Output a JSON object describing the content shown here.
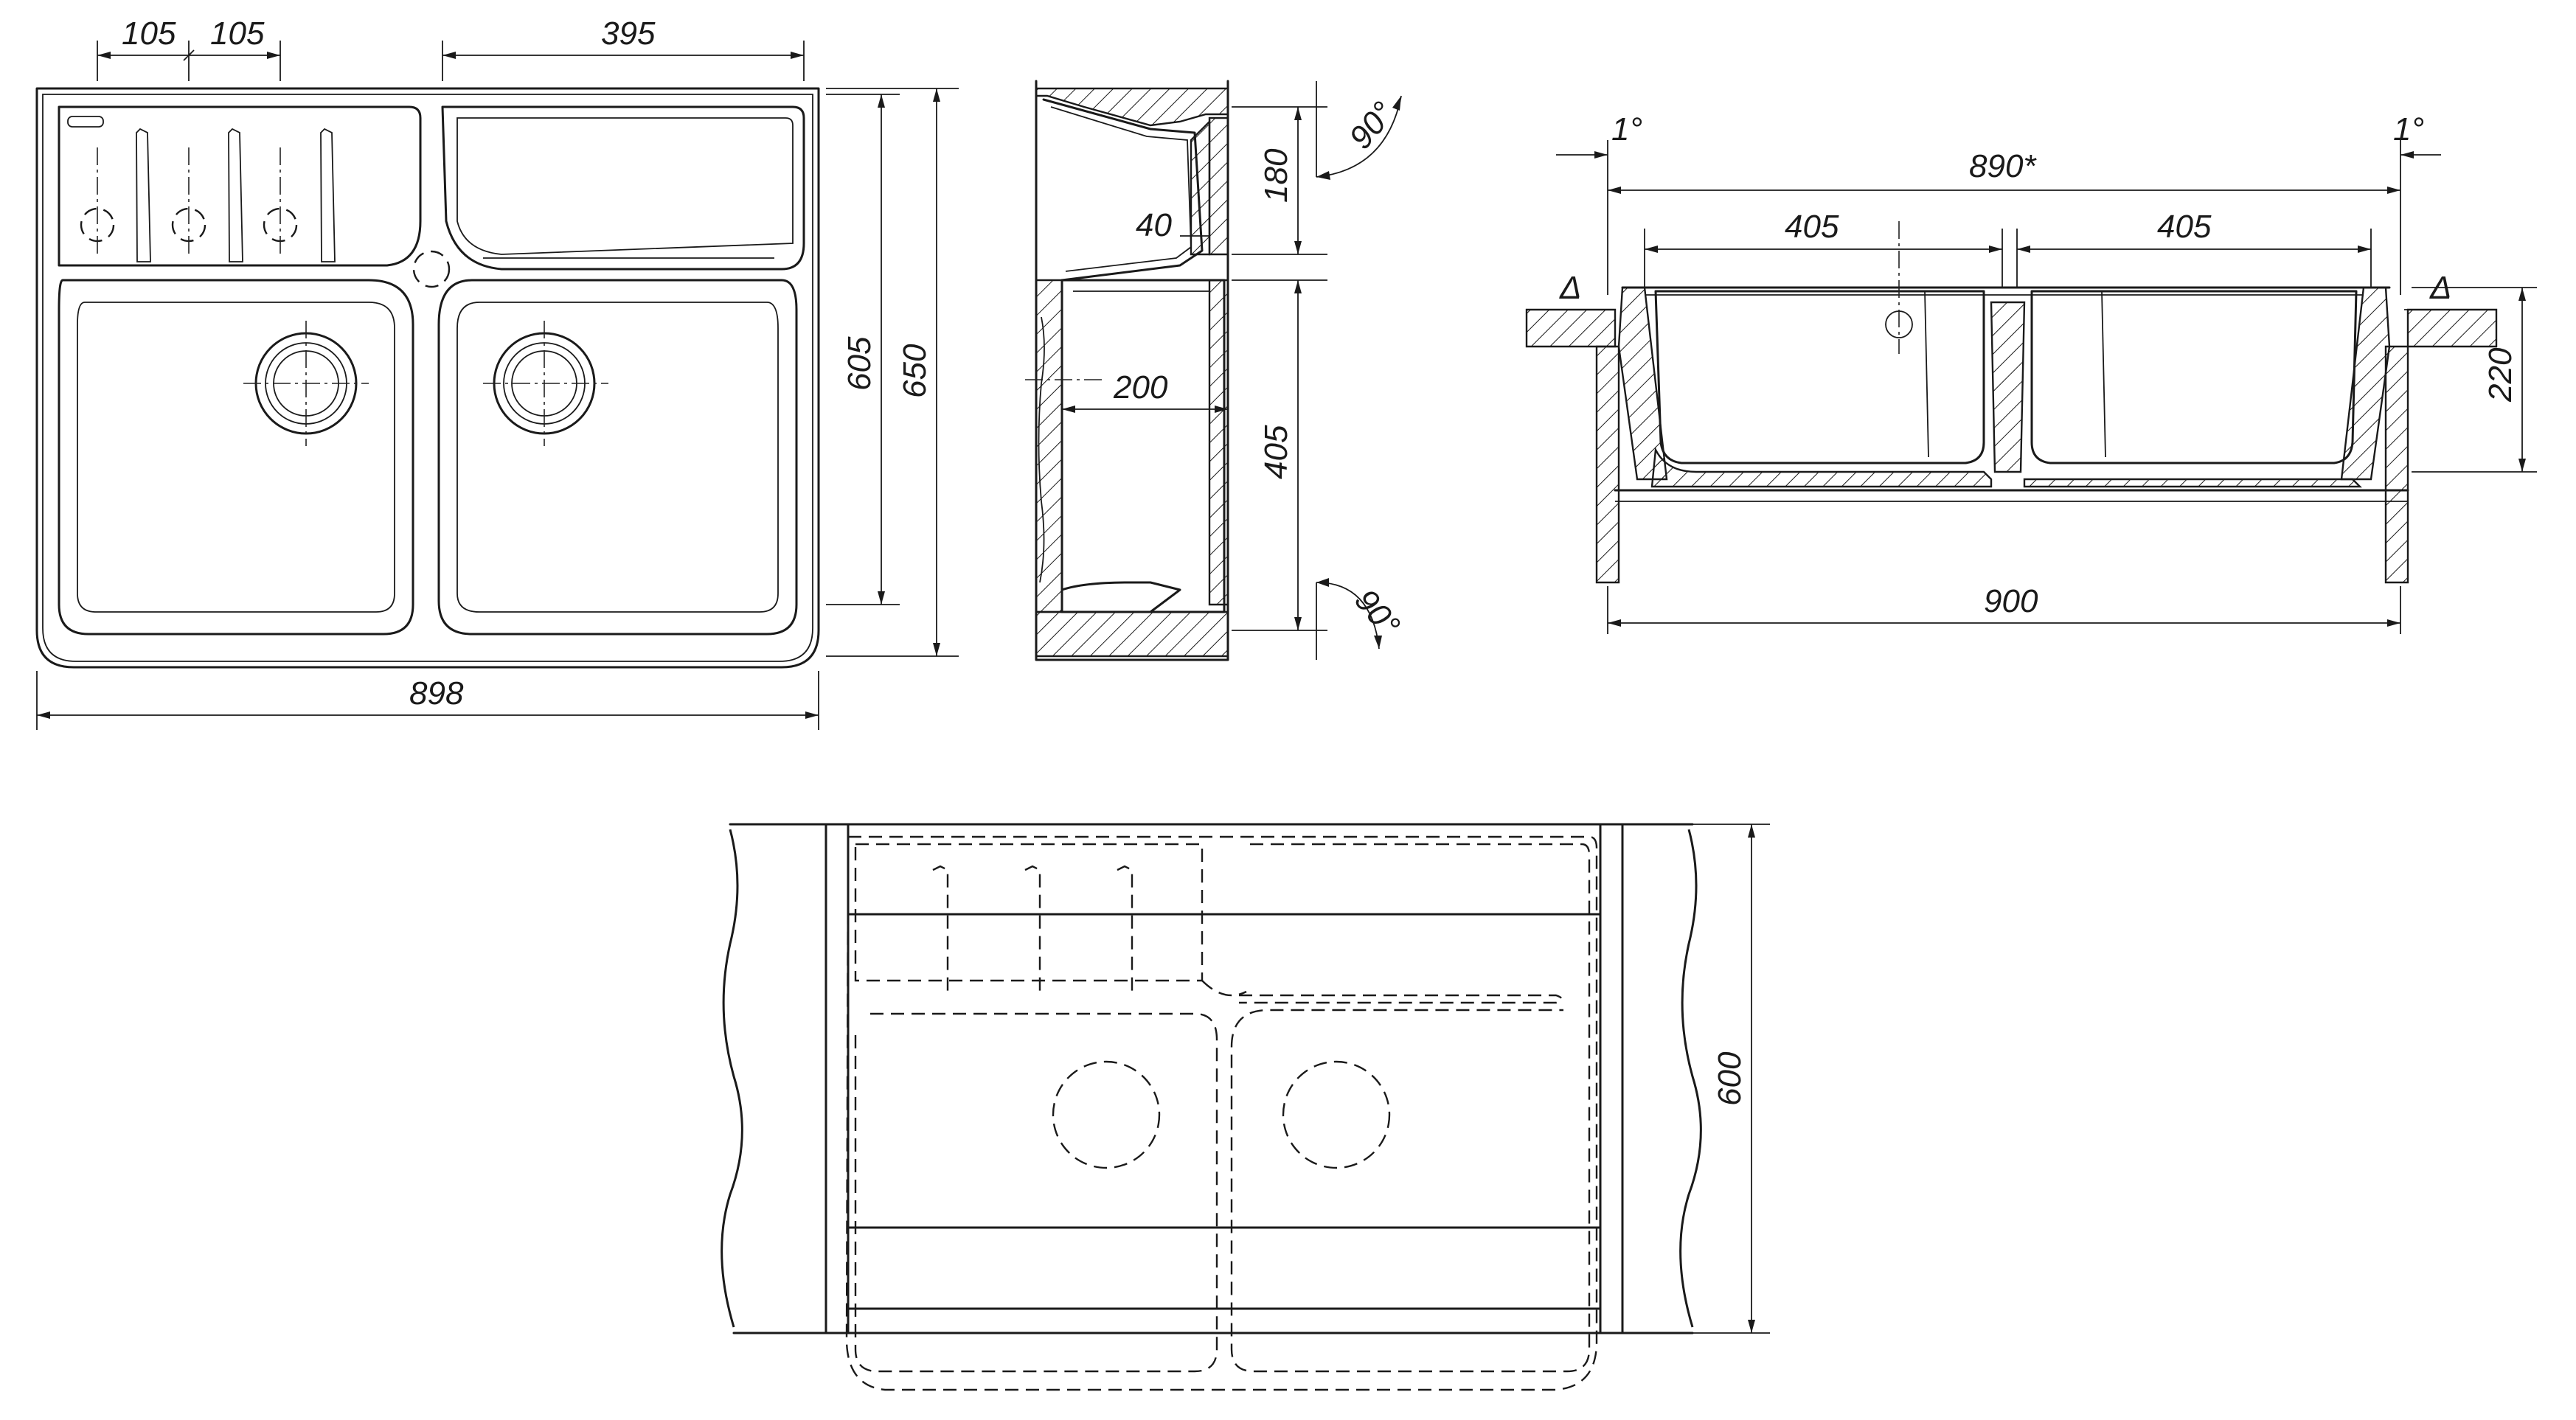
{
  "dimensions": {
    "top_view": {
      "spacing_left": "105",
      "spacing_right": "105",
      "drainboard_width": "395",
      "inner_depth": "605",
      "overall_depth": "650",
      "overall_width": "898"
    },
    "side_section": {
      "angle_top": "90°",
      "ledge_height": "180",
      "ledge_depth": "40",
      "bowl_depth_horizontal": "200",
      "bowl_height": "405",
      "angle_bottom": "90°"
    },
    "front_section": {
      "tilt_left": "1°",
      "tilt_right": "1°",
      "cutout_width": "890*",
      "bowl_left_width": "405",
      "bowl_right_width": "405",
      "gap_left": "Δ",
      "gap_right": "Δ",
      "height": "220",
      "cabinet_width": "900"
    },
    "install_view": {
      "cabinet_depth": "600"
    }
  }
}
